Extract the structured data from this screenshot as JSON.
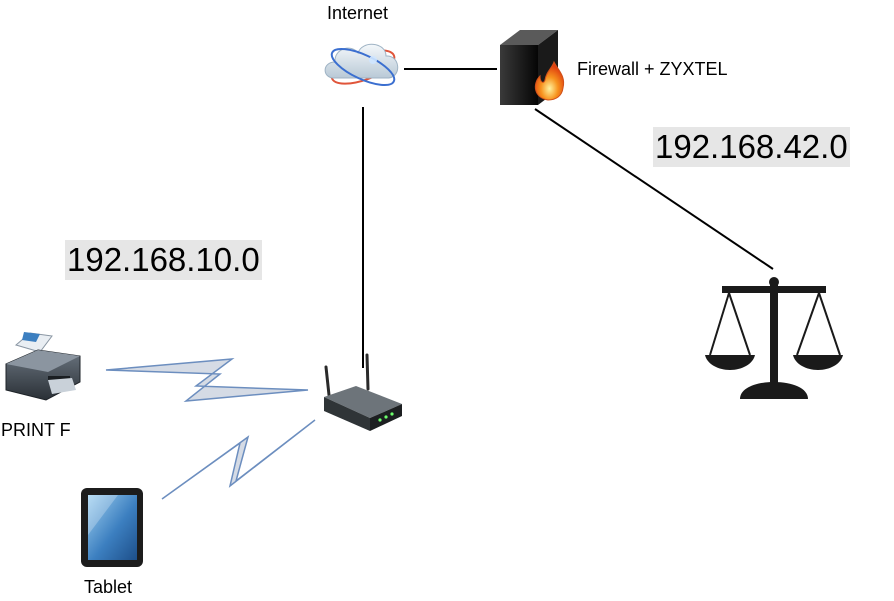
{
  "nodes": {
    "internet": {
      "label": "Internet"
    },
    "firewall": {
      "label": "Firewall + ZYXTEL"
    },
    "printer": {
      "label": "PRINT F"
    },
    "tablet": {
      "label": "Tablet"
    }
  },
  "subnets": {
    "lan": "192.168.10.0",
    "dmz": "192.168.42.0"
  },
  "colors": {
    "wire": "#000000",
    "wireless_fill": "#d5dbe5",
    "wireless_stroke": "#6c8ebf",
    "subnet_bg": "#e6e6e6",
    "flame": "#f7931e"
  }
}
